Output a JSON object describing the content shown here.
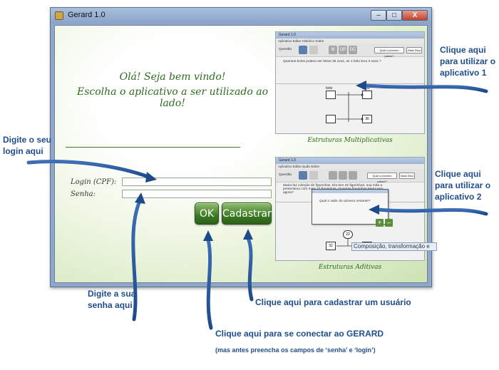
{
  "window": {
    "title": "Gerard 1.0",
    "controls": {
      "minimize": "–",
      "maximize": "□",
      "close": "X"
    }
  },
  "main": {
    "welcome_line1": "Olá! Seja bem vindo!",
    "welcome_line2": "Escolha o aplicativo a ser utilizado ao lado!",
    "login_label": "Login (CPF):",
    "senha_label": "Senha:",
    "login_value": "",
    "senha_value": "",
    "ok_label": "OK",
    "cadastrar_label": "Cadastrar"
  },
  "apps": [
    {
      "caption": "Estruturas Multiplicativas",
      "thumb_title": "Gerard 1.0",
      "menu": "Aplicativo   Editar   Histórico   Sobre",
      "question_label": "Questão",
      "tool_buttons": [
        "M",
        "DP",
        "DC"
      ],
      "mini_buttons": [
        "Qual o próximo passo?",
        "Mais Dica"
      ],
      "problem_text": "Quantos bolos podem ser feitos 36 ovos, se 1 bolo leva 3 ovos ?",
      "labels": [
        "bolo",
        "ovos"
      ],
      "result_value": "36"
    },
    {
      "caption": "Estruturas Aditivas",
      "thumb_title": "Gerard 1.0",
      "menu": "Aplicativo   Editar   Ajuda   Sobre",
      "question_label": "Questão",
      "mini_buttons": [
        "Qual o próximo passo?",
        "Mais Dica"
      ],
      "problem_text": "Maria faz coleção de figurinhas. Ela tem 32 figurinhas, sua mãe a presenteou com mais 22 figurinhas. Quantas figurinhas Maria tem agora?",
      "popup_text": "Qual o valor do número restante?",
      "popup_buttons": [
        "+",
        "–"
      ],
      "circle_value": "22",
      "box_value": "32",
      "tooltip": "Composição, transformação e"
    }
  ],
  "annotations": {
    "login": "Digite o seu login aqui",
    "senha": "Digite a sua senha aqui",
    "ok": "Clique aqui para se conectar ao GERARD",
    "ok_note": "(mas antes preencha os campos de ‘senha’ e ‘login’)",
    "cadastrar": "Clique aqui para cadastrar um usuário",
    "app1": "Clique aqui para utilizar o aplicativo 1",
    "app2": "Clique aqui para utilizar o aplicativo 2"
  },
  "colors": {
    "accent_green": "#3b7a24",
    "annotation_blue": "#1f4e8c",
    "titlebar": "#8aa3c8"
  }
}
